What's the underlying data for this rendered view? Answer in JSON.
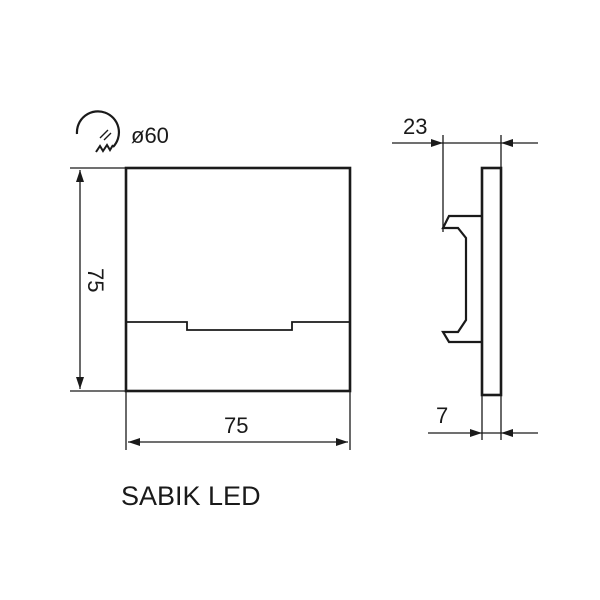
{
  "product_name": "SABIK LED",
  "cutout_diameter_label": "ø60",
  "dimensions": {
    "front_height": "75",
    "front_width": "75",
    "side_depth": "23",
    "side_plate": "7"
  },
  "icons": {
    "cutout": "hole-saw-icon"
  },
  "colors": {
    "line": "#1a1a1a",
    "background": "#ffffff"
  }
}
